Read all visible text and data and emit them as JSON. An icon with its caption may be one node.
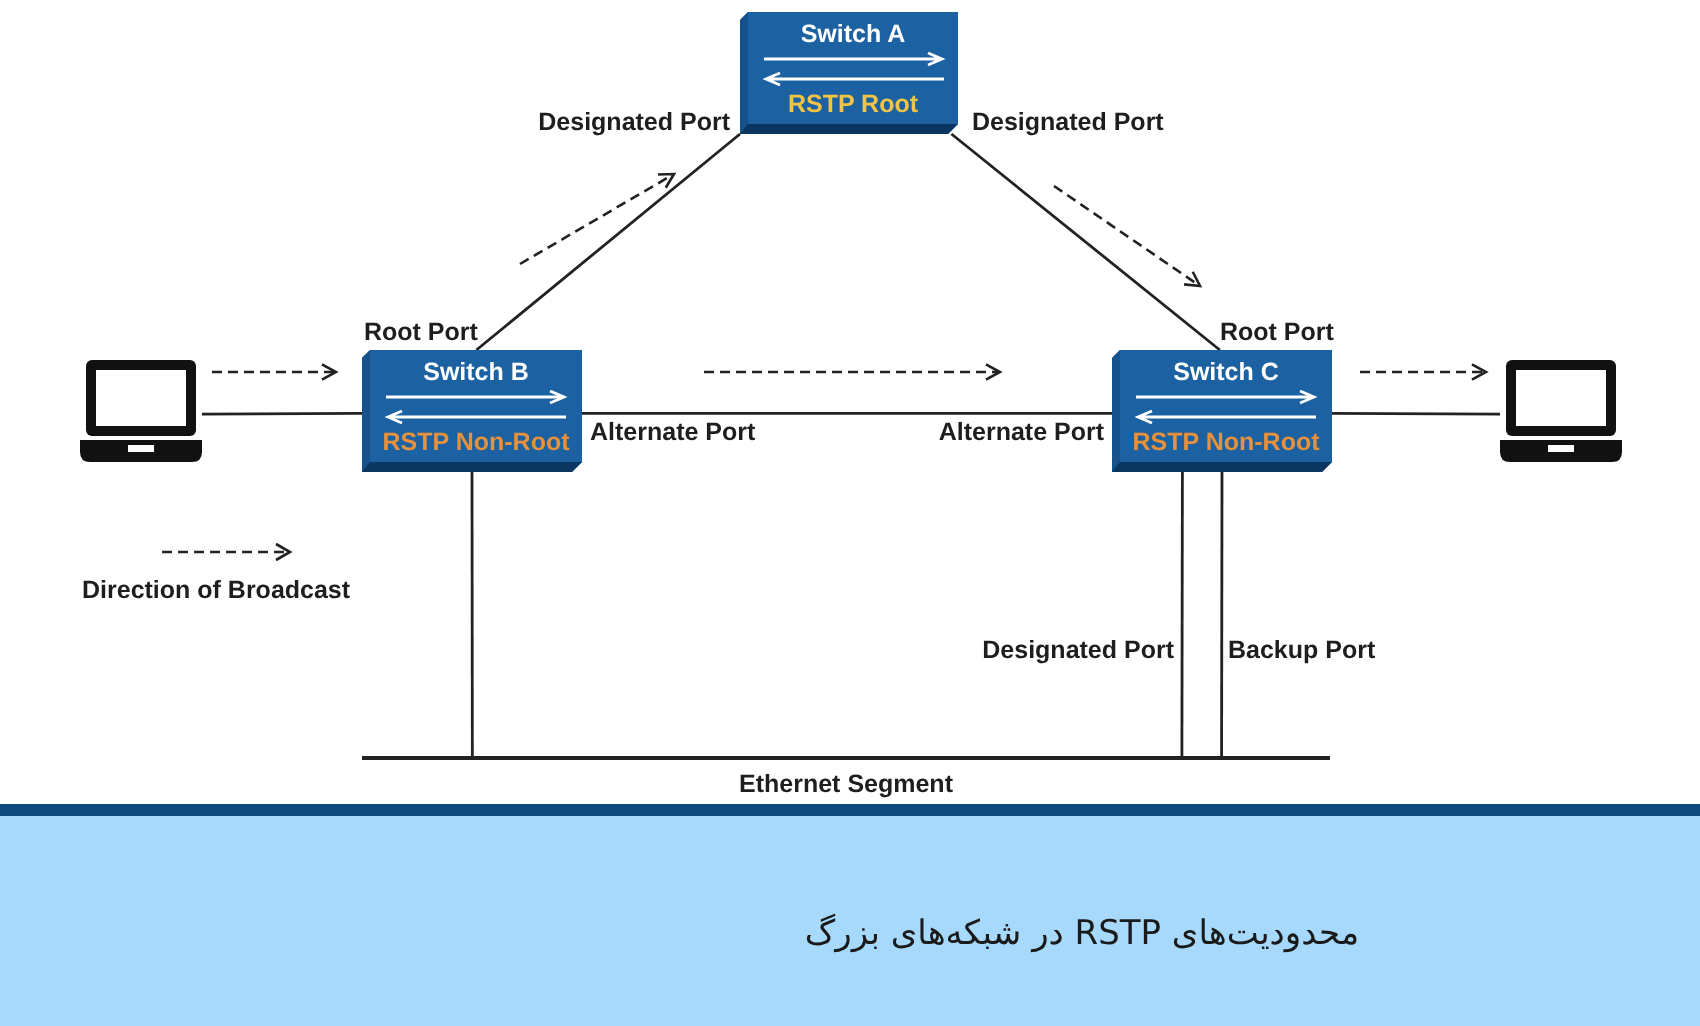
{
  "diagram": {
    "title": "محدودیت‌های RSTP در شبکه‌های بزرگ",
    "nodes": [
      {
        "text": [
          "Switch A",
          "RSTP Root"
        ]
      },
      {
        "text": [
          "Switch B",
          "RSTP Non-Root"
        ]
      },
      {
        "text": [
          "Switch C",
          "RSTP Non-Root"
        ]
      },
      {
        "text": [],
        "shape": "laptop"
      },
      {
        "text": [],
        "shape": "laptop"
      },
      {
        "text": [
          "Ethernet Segment"
        ]
      }
    ],
    "edges": [
      {
        "from": 0,
        "to": 1,
        "arrow": "none"
      },
      {
        "from": 0,
        "to": 2,
        "arrow": "none"
      },
      {
        "from": 3,
        "to": 1,
        "arrow": "none"
      },
      {
        "from": 1,
        "to": 2,
        "arrow": "none"
      },
      {
        "from": 2,
        "to": 4,
        "arrow": "none"
      },
      {
        "from": 1,
        "to": 5,
        "arrow": "none"
      },
      {
        "from": 2,
        "to": 5,
        "arrow": "none"
      },
      {
        "from": 2,
        "to": 5,
        "arrow": "none"
      }
    ],
    "labels": [
      "Designated Port",
      "Designated Port",
      "Root Port",
      "Root Port",
      "Alternate Port",
      "Alternate Port",
      "Designated Port",
      "Backup Port"
    ],
    "legend": [
      {
        "text": "Direction of Broadcast"
      }
    ]
  }
}
